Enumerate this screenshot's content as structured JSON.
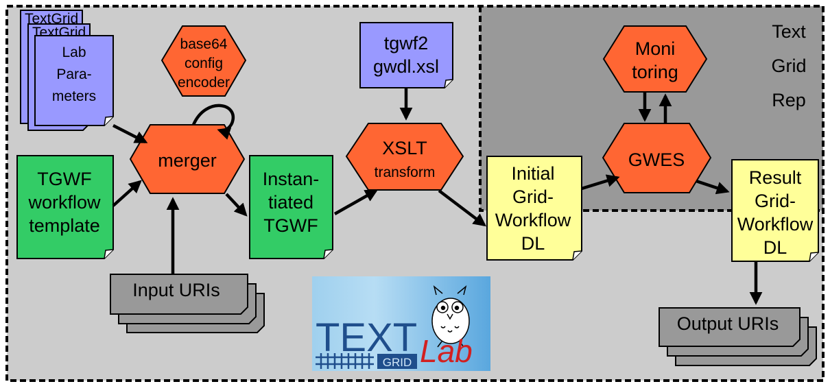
{
  "regions": {
    "repository_label": [
      "Text",
      "Grid",
      "Rep"
    ]
  },
  "nodes": {
    "lab_parameters": {
      "lines": [
        "Lab",
        "Para-",
        "meters"
      ],
      "stack_back_text": "TextGrid",
      "color": "#9999ff"
    },
    "base64_encoder": {
      "lines": [
        "base64",
        "config",
        "encoder"
      ],
      "color": "#ff6633"
    },
    "merger": {
      "lines": [
        "merger"
      ],
      "color": "#ff6633"
    },
    "tgwf_template": {
      "lines": [
        "TGWF",
        "workflow",
        "template"
      ],
      "color": "#33cc66"
    },
    "input_uris": {
      "lines": [
        "Input URIs"
      ],
      "color": "#999999"
    },
    "instantiated_tgwf": {
      "lines": [
        "Instan-",
        "tiated",
        "TGWF"
      ],
      "color": "#33cc66"
    },
    "tgwf2gwdl_xsl": {
      "lines": [
        "tgwf2",
        "gwdl.xsl"
      ],
      "color": "#9999ff"
    },
    "xslt_transform": {
      "lines": [
        "XSLT",
        "transform"
      ],
      "color": "#ff6633"
    },
    "initial_gwdl": {
      "lines": [
        "Initial",
        "Grid-",
        "Workflow",
        "DL"
      ],
      "color": "#ffff99"
    },
    "monitoring": {
      "lines": [
        "Moni",
        "toring"
      ],
      "color": "#ff6633"
    },
    "gwes": {
      "lines": [
        "GWES"
      ],
      "color": "#ff6633"
    },
    "result_gwdl": {
      "lines": [
        "Result",
        "Grid-",
        "Workflow",
        "DL"
      ],
      "color": "#ffff99"
    },
    "output_uris": {
      "lines": [
        "Output URIs"
      ],
      "color": "#999999"
    }
  },
  "logo": {
    "word": "TEXT",
    "script": "Lab",
    "sub": "GRID"
  },
  "colors": {
    "outer_region": "#cccccc",
    "repository_region": "#999999",
    "document_purple": "#9999ff",
    "document_green": "#33cc66",
    "document_yellow": "#ffff99",
    "document_gray": "#999999",
    "process_orange": "#ff6633",
    "logo_blue": "#1f4e8c",
    "logo_red": "#d22020"
  }
}
